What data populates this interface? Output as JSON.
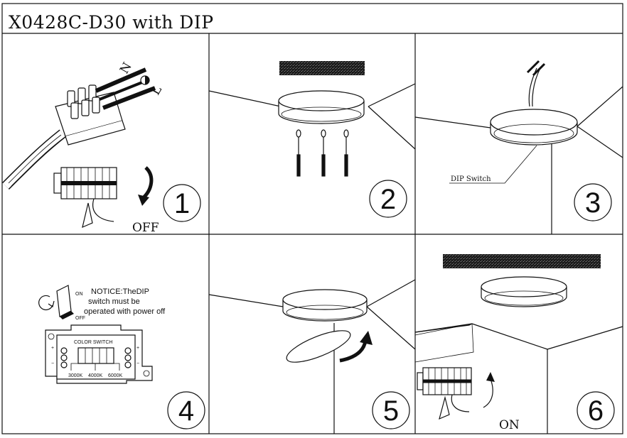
{
  "title": "X0428C-D30 with DIP",
  "panels": [
    {
      "number": "1",
      "label": "OFF"
    },
    {
      "number": "2"
    },
    {
      "number": "3",
      "label": "DIP Switch"
    },
    {
      "number": "4",
      "notice_lines": [
        "NOTICE:TheDIP",
        "switch  must be",
        "operated with power off"
      ],
      "toggle_on": "ON",
      "toggle_off": "OFF",
      "switch_title": "COLOR SWITCH",
      "switch_options": [
        "3000K",
        "4000K",
        "6000K"
      ]
    },
    {
      "number": "5"
    },
    {
      "number": "6",
      "label": "ON"
    }
  ],
  "wire_labels": [
    "N",
    "L"
  ]
}
